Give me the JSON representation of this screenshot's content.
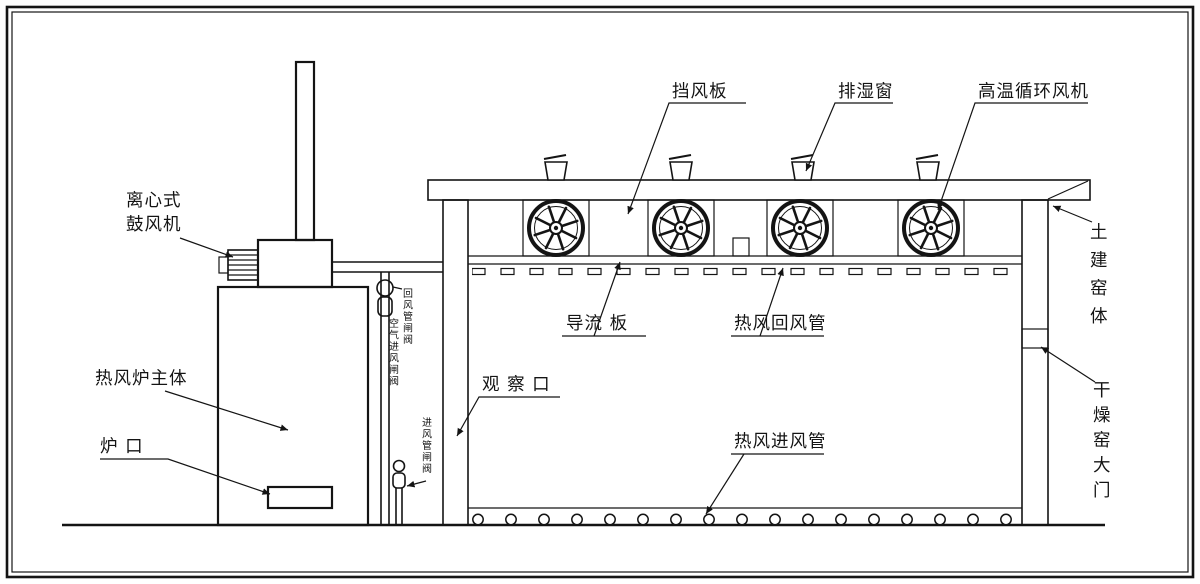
{
  "colors": {
    "ink": "#141414",
    "background": "#ffffff"
  },
  "counts": {
    "circulation_fans": 4,
    "roof_vents": 4
  },
  "labels": {
    "baffle_plate": "挡风板",
    "moisture_exhaust_window": "排湿窗",
    "high_temp_circulation_fan": "高温循环风机",
    "centrifugal_blower_line1": "离心式",
    "centrifugal_blower_line2": "鼓风机",
    "hot_air_furnace_body": "热风炉主体",
    "furnace_mouth": "炉  口",
    "flow_guide_plate": "导流 板",
    "hot_air_return_pipe": "热风回风管",
    "observation_port": "观 察 口",
    "hot_air_intake_pipe": "热风进风管",
    "civil_kiln_body": "土建窑体",
    "drying_kiln_door": "干燥窑大门",
    "return_pipe_gate_valve": "回风管闸阀",
    "air_intake_gate_valve": "空气进风闸阀",
    "intake_pipe_gate_valve": "进风管闸阀"
  }
}
